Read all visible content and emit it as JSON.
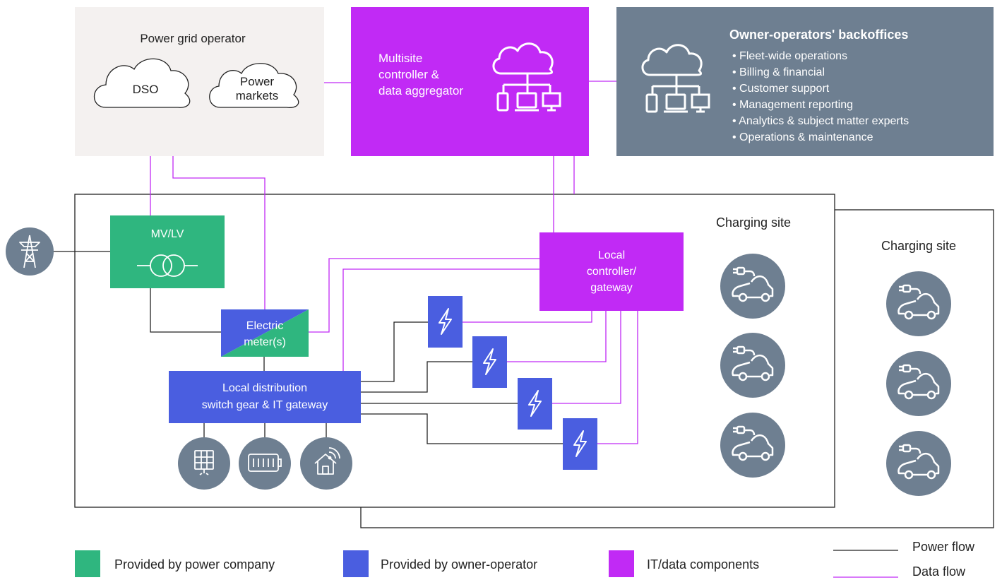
{
  "colors": {
    "power_company": "#2fb67f",
    "owner_operator": "#4a5ee0",
    "it_data": "#c12af5",
    "backoffice": "#6e7f91",
    "grid_operator_bg": "#f4f1f0",
    "icon_circle": "#6e7f91",
    "power_line": "#222222",
    "data_line": "#c12af5"
  },
  "grid_operator": {
    "title": "Power grid operator",
    "dso_label": "DSO",
    "markets_label_line1": "Power",
    "markets_label_line2": "markets"
  },
  "aggregator": {
    "line1": "Multisite",
    "line2": "controller &",
    "line3": "data aggregator",
    "icon": "cloud-network-icon"
  },
  "backoffice": {
    "title": "Owner-operators' backoffices",
    "items": [
      "• Fleet-wide operations",
      "• Billing & financial",
      "• Customer support",
      "• Management reporting",
      "• Analytics & subject matter experts",
      "• Operations & maintenance"
    ],
    "icon": "cloud-network-icon"
  },
  "transformer": {
    "label": "MV/LV",
    "icon": "transformer-icon"
  },
  "pylon": {
    "icon": "transmission-tower-icon"
  },
  "meter": {
    "line1": "Electric",
    "line2": "meter(s)"
  },
  "distribution": {
    "line1": "Local distribution",
    "line2": "switch gear & IT gateway"
  },
  "controller": {
    "line1": "Local",
    "line2": "controller/",
    "line3": "gateway"
  },
  "assets": [
    {
      "icon": "solar-panel-icon"
    },
    {
      "icon": "battery-icon"
    },
    {
      "icon": "smart-home-icon"
    }
  ],
  "chargers": [
    {
      "icon": "lightning-icon"
    },
    {
      "icon": "lightning-icon"
    },
    {
      "icon": "lightning-icon"
    },
    {
      "icon": "lightning-icon"
    }
  ],
  "site_main": {
    "label": "Charging site",
    "vehicle_icon": "ev-car-icon"
  },
  "site_second": {
    "label": "Charging site",
    "vehicle_icon": "ev-car-icon"
  },
  "legend": {
    "power_company": "Provided by power company",
    "owner_operator": "Provided by owner-operator",
    "it_data": "IT/data components",
    "power_flow": "Power flow",
    "data_flow": "Data flow"
  }
}
